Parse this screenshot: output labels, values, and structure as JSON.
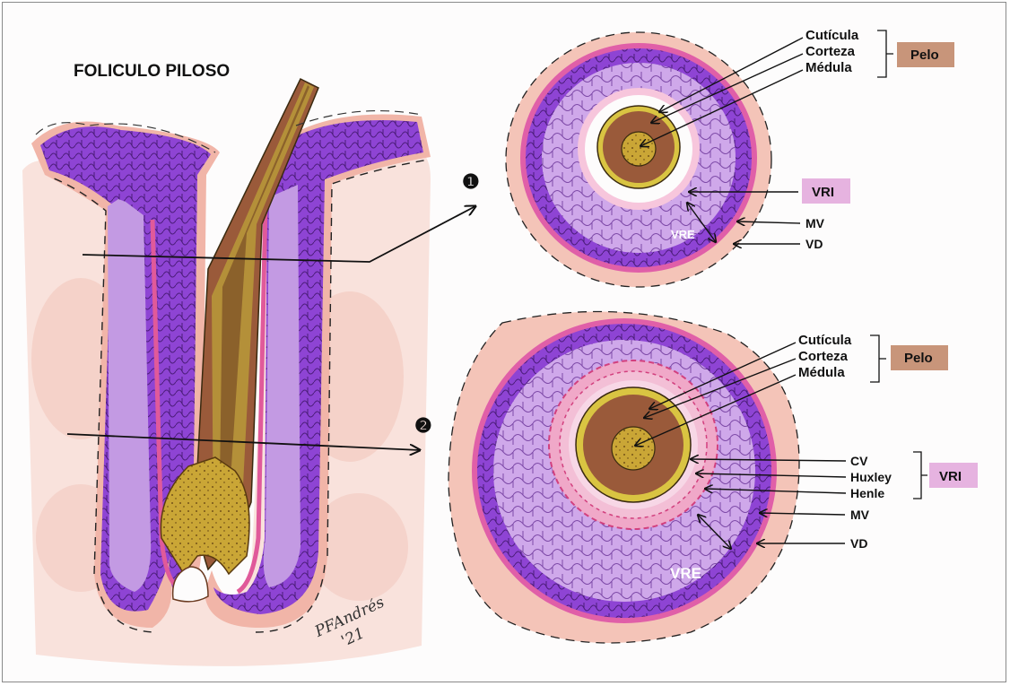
{
  "title": "FOLICULO PILOSO",
  "section_markers": [
    "❶",
    "❷"
  ],
  "section1": {
    "hair_layers": [
      "Cutícula",
      "Corteza",
      "Médula"
    ],
    "hair_box": "Pelo",
    "inner_sheath_box": "VRI",
    "outer_sheath_inner_label": "VRE",
    "side_labels": [
      "MV",
      "VD"
    ]
  },
  "section2": {
    "hair_layers": [
      "Cutícula",
      "Corteza",
      "Médula"
    ],
    "hair_box": "Pelo",
    "inner_sheath_layers": [
      "CV",
      "Huxley",
      "Henle"
    ],
    "inner_sheath_box": "VRI",
    "outer_sheath_inner_label": "VRE",
    "side_labels": [
      "MV",
      "VD"
    ]
  },
  "signature": [
    "PFAndrés",
    "'21"
  ],
  "colors": {
    "background": "#fdfcfc",
    "dermis_pink": "#f6d0c8",
    "outer_sheath_purple": "#8a3fd0",
    "outer_sheath_light": "#c9a3e6",
    "inner_sheath_pink": "#e05a9a",
    "hair_brown": "#9a5a3a",
    "cuticle_yellow": "#d6c23a",
    "medulla_gold": "#c8a030",
    "pelo_box": "#c8957a",
    "vri_box": "#e6b3e0"
  }
}
